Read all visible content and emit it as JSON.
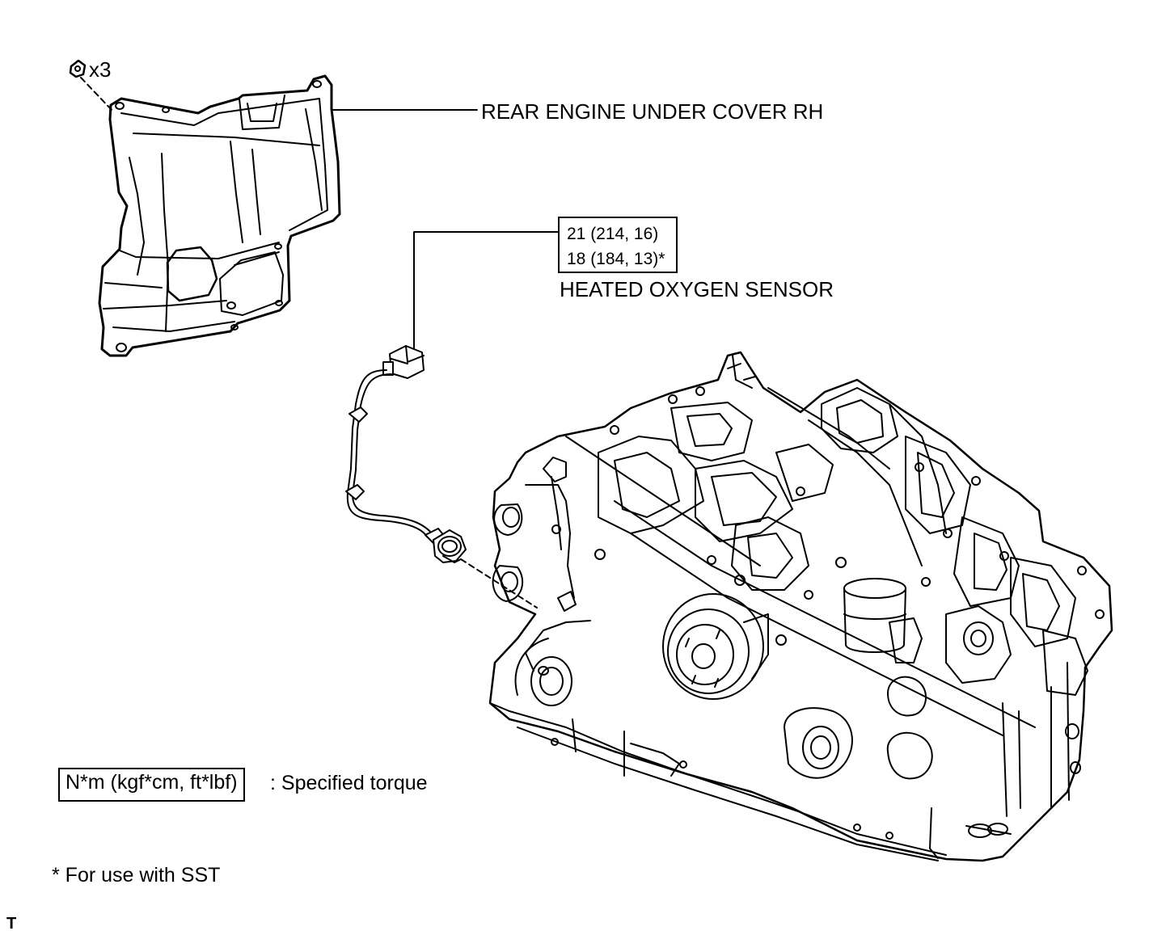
{
  "bolt": {
    "quantity": "x3"
  },
  "labels": {
    "under_cover": "REAR ENGINE UNDER COVER RH",
    "sensor": "HEATED OXYGEN SENSOR"
  },
  "torque_spec": {
    "line1": "21 (214, 16)",
    "line2": "18 (184, 13)*"
  },
  "legend": {
    "unit_box": "N*m (kgf*cm, ft*lbf)",
    "unit_desc": ": Specified torque"
  },
  "footnote": "* For use with SST",
  "corner_mark": "T"
}
